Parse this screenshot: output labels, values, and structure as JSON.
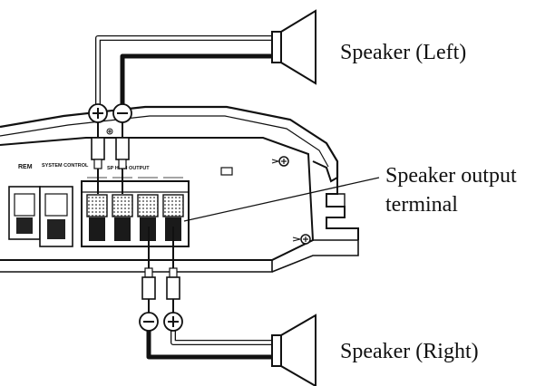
{
  "labels": {
    "speaker_left": "Speaker (Left)",
    "output_terminal_line1": "Speaker output",
    "output_terminal_line2": "terminal",
    "speaker_right": "Speaker (Right)"
  },
  "polarity_symbols": {
    "plus": "+",
    "minus": "−"
  },
  "panel_markings": {
    "left_section_a": "REM",
    "left_section_b": "SYSTEM CONTROL",
    "terminal_header": "SP HIGH OUTPUT"
  },
  "icons": [
    "amplifier-body",
    "speaker-icon",
    "terminal-block",
    "plug-connector",
    "ground-screw-icon"
  ],
  "colors": {
    "ink": "#111111",
    "background": "#ffffff",
    "wire_plus_fill": "#ffffff"
  }
}
